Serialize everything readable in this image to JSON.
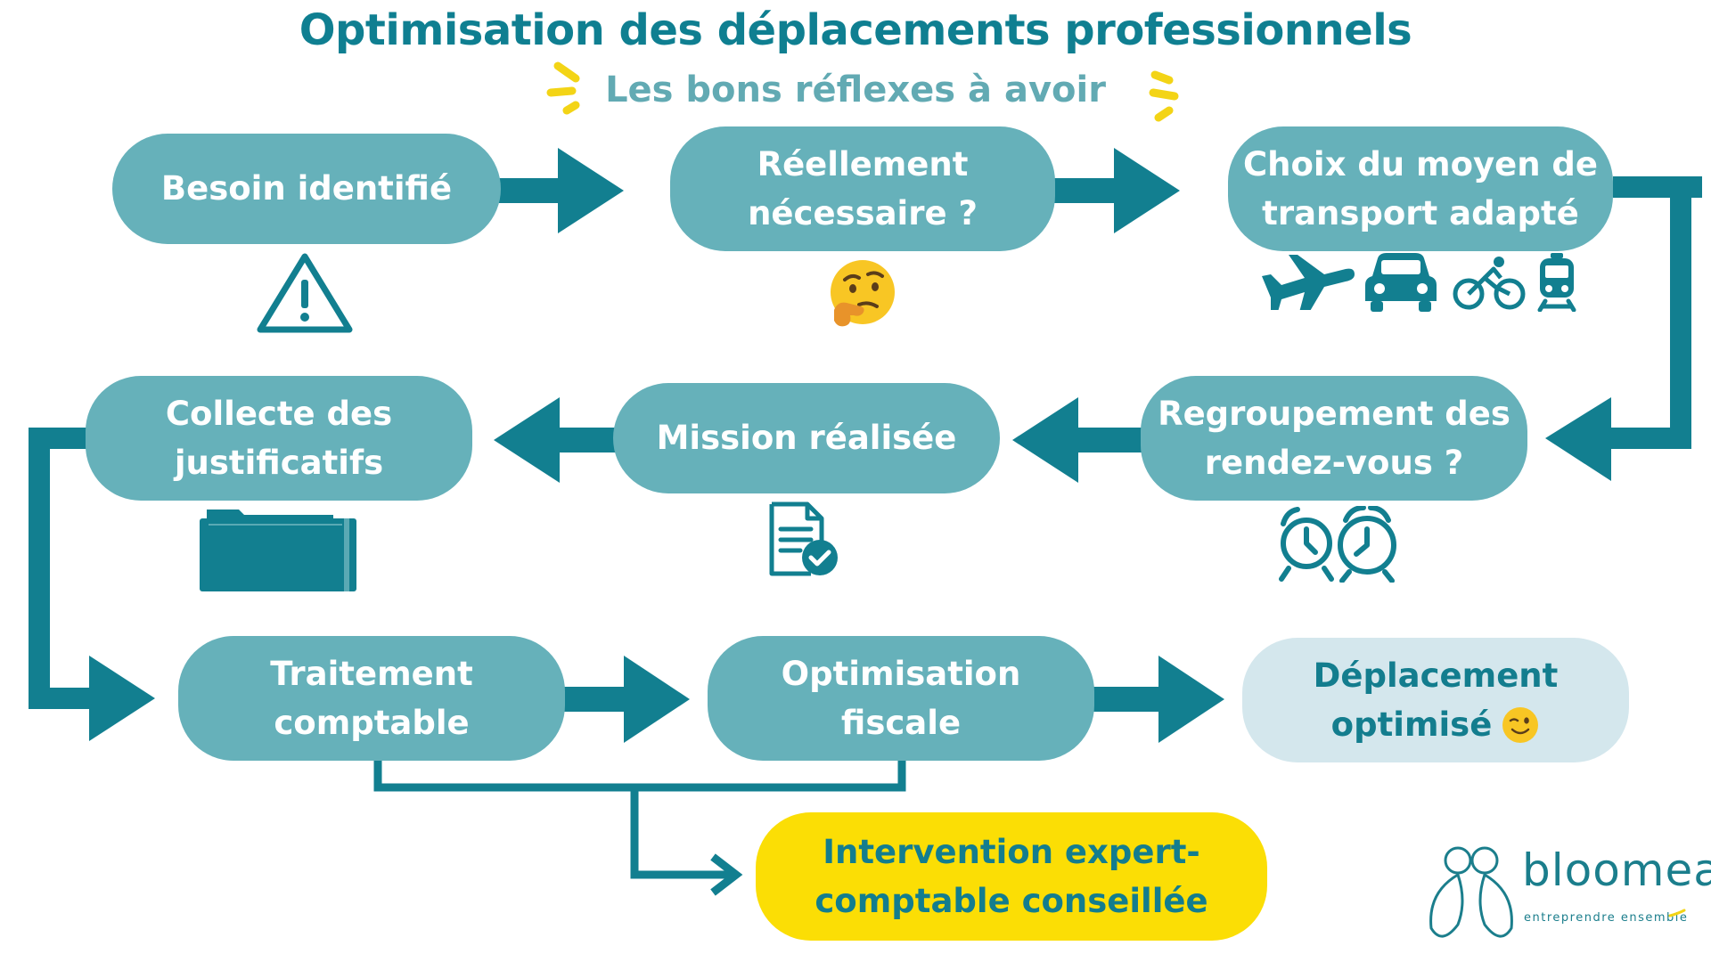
{
  "title": "Optimisation des déplacements professionnels",
  "subtitle": "Les bons réflexes à avoir",
  "steps": {
    "besoin": "Besoin identifié",
    "reellement_1": "Réellement",
    "reellement_2": "nécessaire ?",
    "choix_1": "Choix du moyen de",
    "choix_2": "transport adapté",
    "regroupement_1": "Regroupement des",
    "regroupement_2": "rendez-vous ?",
    "mission": "Mission réalisée",
    "collecte_1": "Collecte des",
    "collecte_2": "justificatifs",
    "traitement_1": "Traitement",
    "traitement_2": "comptable",
    "optimisation_1": "Optimisation",
    "optimisation_2": "fiscale",
    "deplacement_1": "Déplacement",
    "deplacement_2": "optimisé",
    "intervention_1": "Intervention expert-",
    "intervention_2": "comptable conseillée"
  },
  "logo": {
    "name": "bloomea",
    "tagline": "entreprendre ensemble"
  },
  "icons": {
    "warning": "warning-icon",
    "thinking": "thinking-face-icon",
    "transport": [
      "airplane-icon",
      "car-icon",
      "bicycle-icon",
      "train-icon"
    ],
    "alarm": "alarm-clock-icon",
    "document": "document-check-icon",
    "folder": "folder-icon",
    "wink": "winking-face-icon"
  },
  "colors": {
    "primary": "#0f7f91",
    "box": "#66b1ba",
    "box_light": "#d4e7ed",
    "highlight": "#fbde05",
    "arrow": "#127f90"
  }
}
